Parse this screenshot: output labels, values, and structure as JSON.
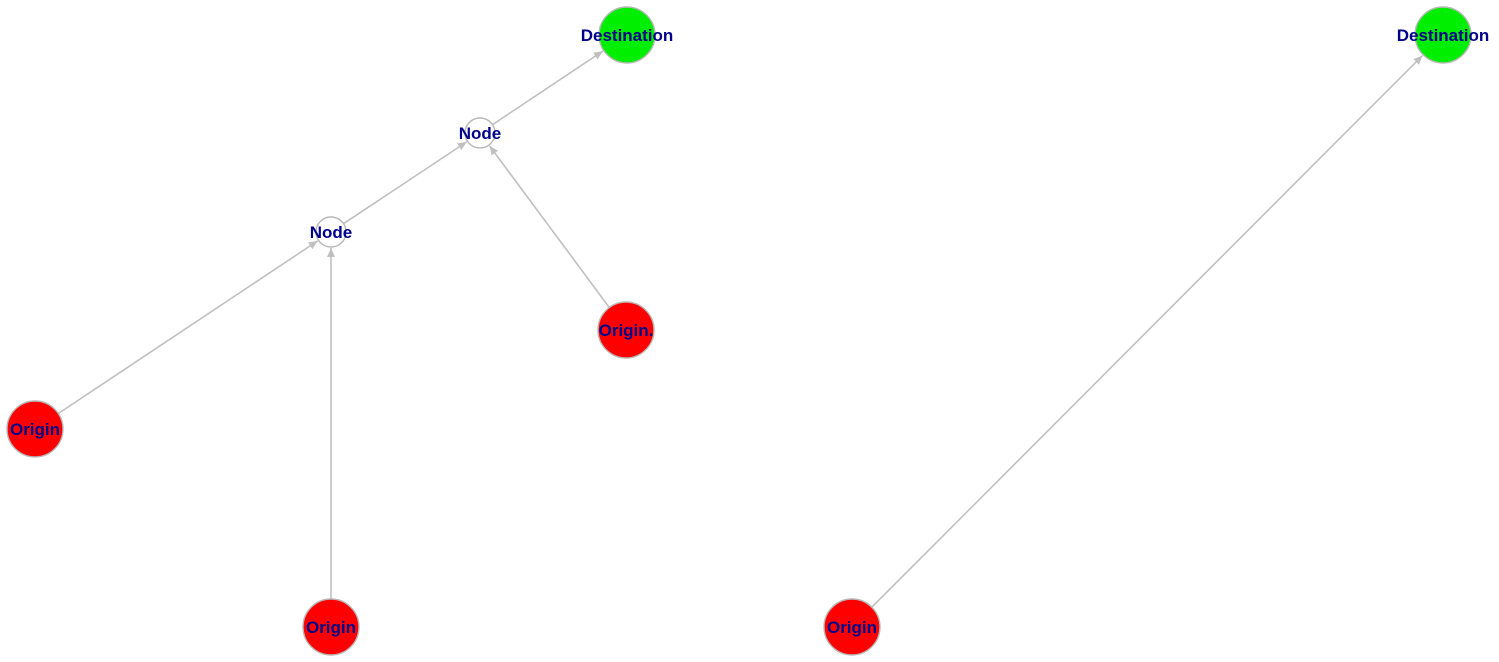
{
  "colors": {
    "origin": "#ff0000",
    "destination": "#00ee00",
    "intermediate": "#ffffff",
    "edge": "#c0c0c0",
    "label": "#00008b"
  },
  "graphs": [
    {
      "nodes": [
        {
          "id": "a-destination",
          "label": "Destination",
          "role": "destination"
        },
        {
          "id": "a-node-top",
          "label": "Node",
          "role": "intermediate"
        },
        {
          "id": "a-node-mid",
          "label": "Node",
          "role": "intermediate"
        },
        {
          "id": "a-origin-right",
          "label": "Origin.",
          "role": "origin"
        },
        {
          "id": "a-origin-left",
          "label": "Origin",
          "role": "origin"
        },
        {
          "id": "a-origin-bottom",
          "label": "Origin",
          "role": "origin"
        }
      ],
      "edges": [
        {
          "from": "a-node-top",
          "to": "a-destination"
        },
        {
          "from": "a-node-mid",
          "to": "a-node-top"
        },
        {
          "from": "a-origin-right",
          "to": "a-node-top"
        },
        {
          "from": "a-origin-left",
          "to": "a-node-mid"
        },
        {
          "from": "a-origin-bottom",
          "to": "a-node-mid"
        }
      ]
    },
    {
      "nodes": [
        {
          "id": "b-destination",
          "label": "Destination",
          "role": "destination"
        },
        {
          "id": "b-origin",
          "label": "Origin",
          "role": "origin"
        }
      ],
      "edges": [
        {
          "from": "b-origin",
          "to": "b-destination"
        }
      ]
    }
  ]
}
